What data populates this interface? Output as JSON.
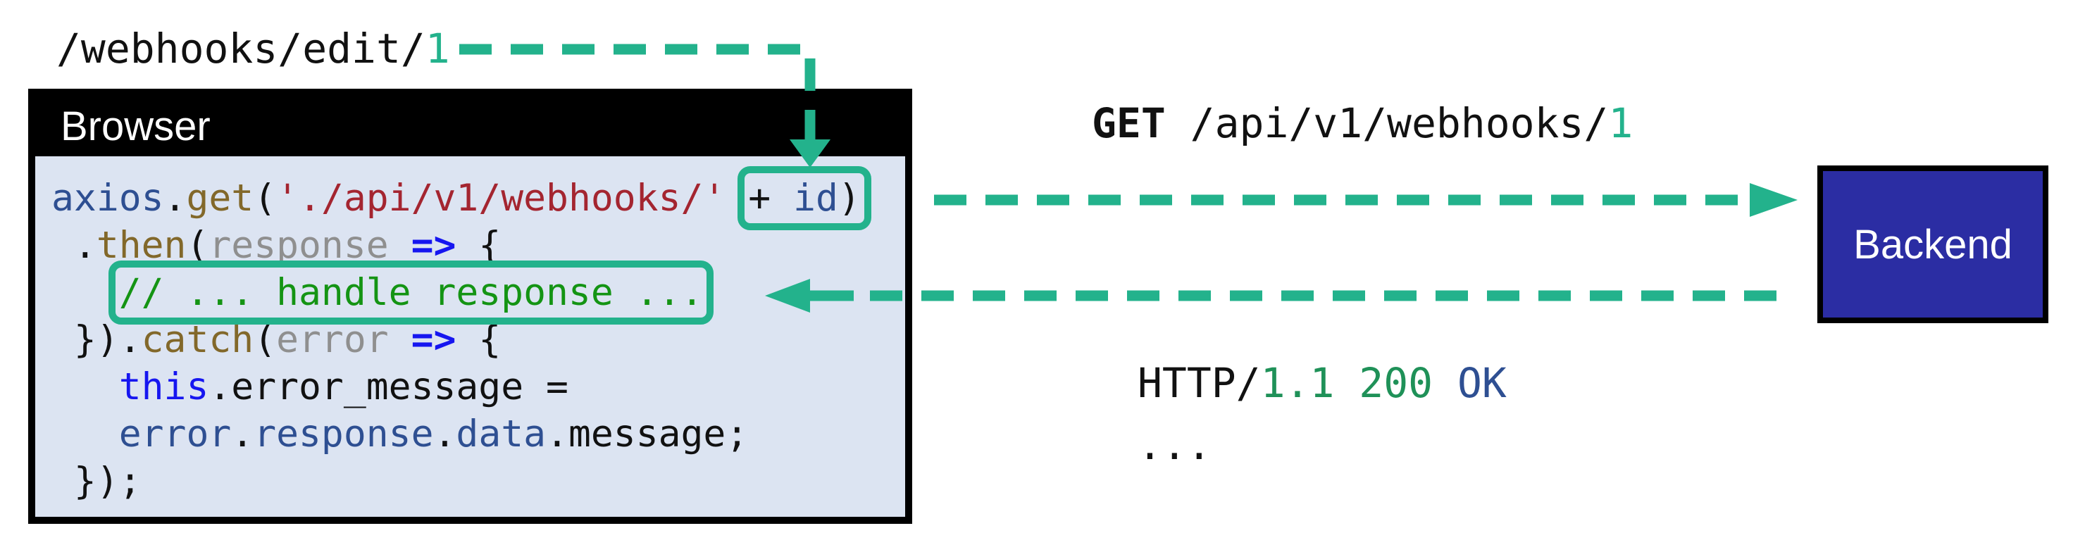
{
  "colors": {
    "accent": "#23b28c",
    "navy": "#2e4f92",
    "olive": "#82682a",
    "red": "#a42530",
    "gray": "#8f8f8f",
    "blue": "#1616f0",
    "green": "#149414",
    "status": "#1f9158",
    "black": "#111111",
    "backend": "#2b2da3",
    "body": "#dce4f2"
  },
  "route": {
    "lines": [
      {
        "tokens": [
          {
            "t": "/webhooks/edit/"
          },
          {
            "t": "1",
            "c": "accent"
          }
        ]
      }
    ]
  },
  "browser": {
    "title": "Browser",
    "code": {
      "lines": [
        {
          "tokens": [
            {
              "t": "axios",
              "c": "navy"
            },
            {
              "t": "."
            },
            {
              "t": "get",
              "c": "olive"
            },
            {
              "t": "("
            },
            {
              "t": "'./api/v1/webhooks/'",
              "c": "red"
            },
            {
              "t": " "
            },
            {
              "t": "+ ",
              "box": "id-highlight-box"
            },
            {
              "t": "id",
              "c": "navy",
              "box": "id-highlight-box"
            },
            {
              "t": ")",
              "box": "id-highlight-box"
            }
          ]
        },
        {
          "tokens": [
            {
              "t": " ."
            },
            {
              "t": "then",
              "c": "olive"
            },
            {
              "t": "("
            },
            {
              "t": "response",
              "c": "gray"
            },
            {
              "t": " "
            },
            {
              "t": "=>",
              "c": "blue",
              "b": 1
            },
            {
              "t": " {"
            }
          ]
        },
        {
          "tokens": [
            {
              "t": "   "
            },
            {
              "t": "// ... handle response ...",
              "c": "green",
              "box": "response-highlight-box"
            }
          ]
        },
        {
          "tokens": [
            {
              "t": " })."
            },
            {
              "t": "catch",
              "c": "olive"
            },
            {
              "t": "("
            },
            {
              "t": "error",
              "c": "gray"
            },
            {
              "t": " "
            },
            {
              "t": "=>",
              "c": "blue",
              "b": 1
            },
            {
              "t": " {"
            }
          ]
        },
        {
          "tokens": [
            {
              "t": "   "
            },
            {
              "t": "this",
              "c": "blue"
            },
            {
              "t": "."
            },
            {
              "t": "error_message ="
            }
          ]
        },
        {
          "tokens": [
            {
              "t": "   "
            },
            {
              "t": "error",
              "c": "navy"
            },
            {
              "t": "."
            },
            {
              "t": "response",
              "c": "navy"
            },
            {
              "t": "."
            },
            {
              "t": "data",
              "c": "navy"
            },
            {
              "t": "."
            },
            {
              "t": "message;"
            }
          ]
        },
        {
          "tokens": [
            {
              "t": " });"
            }
          ]
        }
      ]
    }
  },
  "request": {
    "lines": [
      {
        "tokens": [
          {
            "t": "GET",
            "b": 1
          },
          {
            "t": " /api/v1/webhooks/"
          },
          {
            "t": "1",
            "c": "accent"
          }
        ]
      }
    ]
  },
  "response": {
    "lines": [
      {
        "tokens": [
          {
            "t": "HTTP/"
          },
          {
            "t": "1.1 200",
            "c": "status"
          },
          {
            "t": " "
          },
          {
            "t": "OK",
            "c": "navy"
          }
        ]
      },
      {
        "tokens": [
          {
            "t": "..."
          }
        ]
      }
    ]
  },
  "backend": {
    "label": "Backend"
  }
}
